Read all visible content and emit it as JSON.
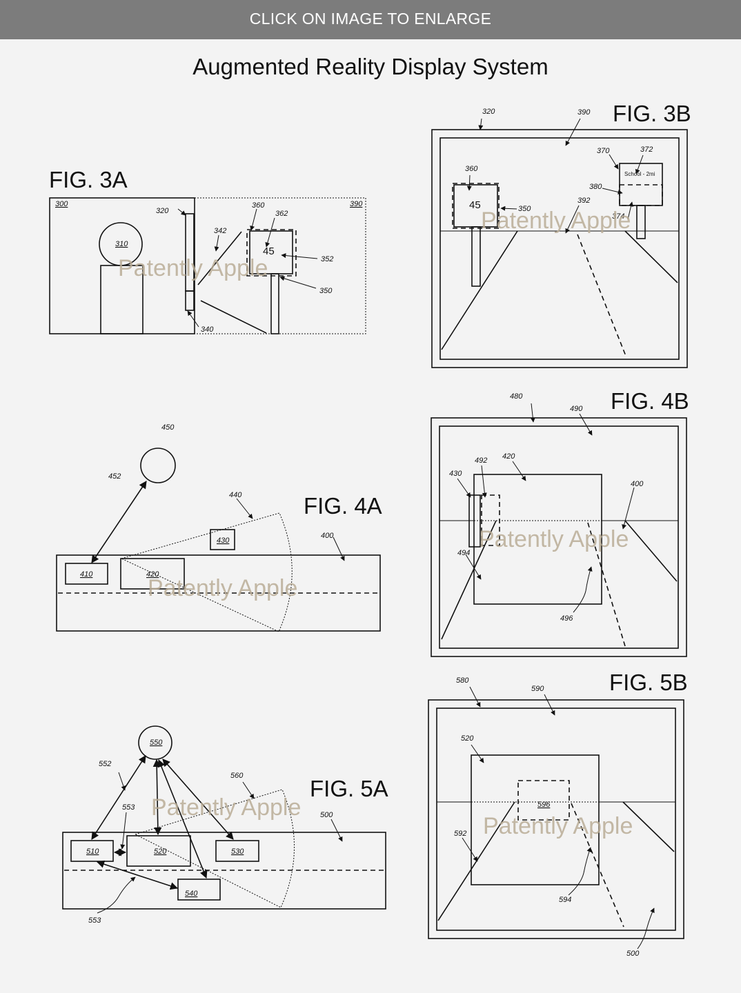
{
  "banner": {
    "text": "CLICK ON IMAGE TO ENLARGE"
  },
  "title": "Augmented Reality Display System",
  "watermark": "Patently Apple",
  "figures": {
    "fig3a": {
      "label": "FIG. 3A",
      "refs": [
        "300",
        "320",
        "360",
        "362",
        "390",
        "342",
        "310",
        "45",
        "352",
        "350",
        "340"
      ]
    },
    "fig3b": {
      "label": "FIG. 3B",
      "refs": [
        "320",
        "390",
        "370",
        "372",
        "360",
        "380",
        "45",
        "350",
        "392",
        "374"
      ],
      "sign_text": "School - 2mi"
    },
    "fig4a": {
      "label": "FIG. 4A",
      "refs": [
        "450",
        "452",
        "440",
        "430",
        "400",
        "410",
        "420"
      ]
    },
    "fig4b": {
      "label": "FIG. 4B",
      "refs": [
        "480",
        "490",
        "492",
        "420",
        "430",
        "400",
        "494",
        "496"
      ]
    },
    "fig5a": {
      "label": "FIG. 5A",
      "refs": [
        "550",
        "552",
        "560",
        "553",
        "500",
        "510",
        "520",
        "530",
        "540",
        "553"
      ]
    },
    "fig5b": {
      "label": "FIG. 5B",
      "refs": [
        "580",
        "590",
        "520",
        "596",
        "592",
        "594",
        "500"
      ]
    }
  },
  "colors": {
    "banner": "#7c7c7c",
    "background": "#f3f3f3",
    "watermark": "#b8ab95",
    "ink": "#111111"
  }
}
